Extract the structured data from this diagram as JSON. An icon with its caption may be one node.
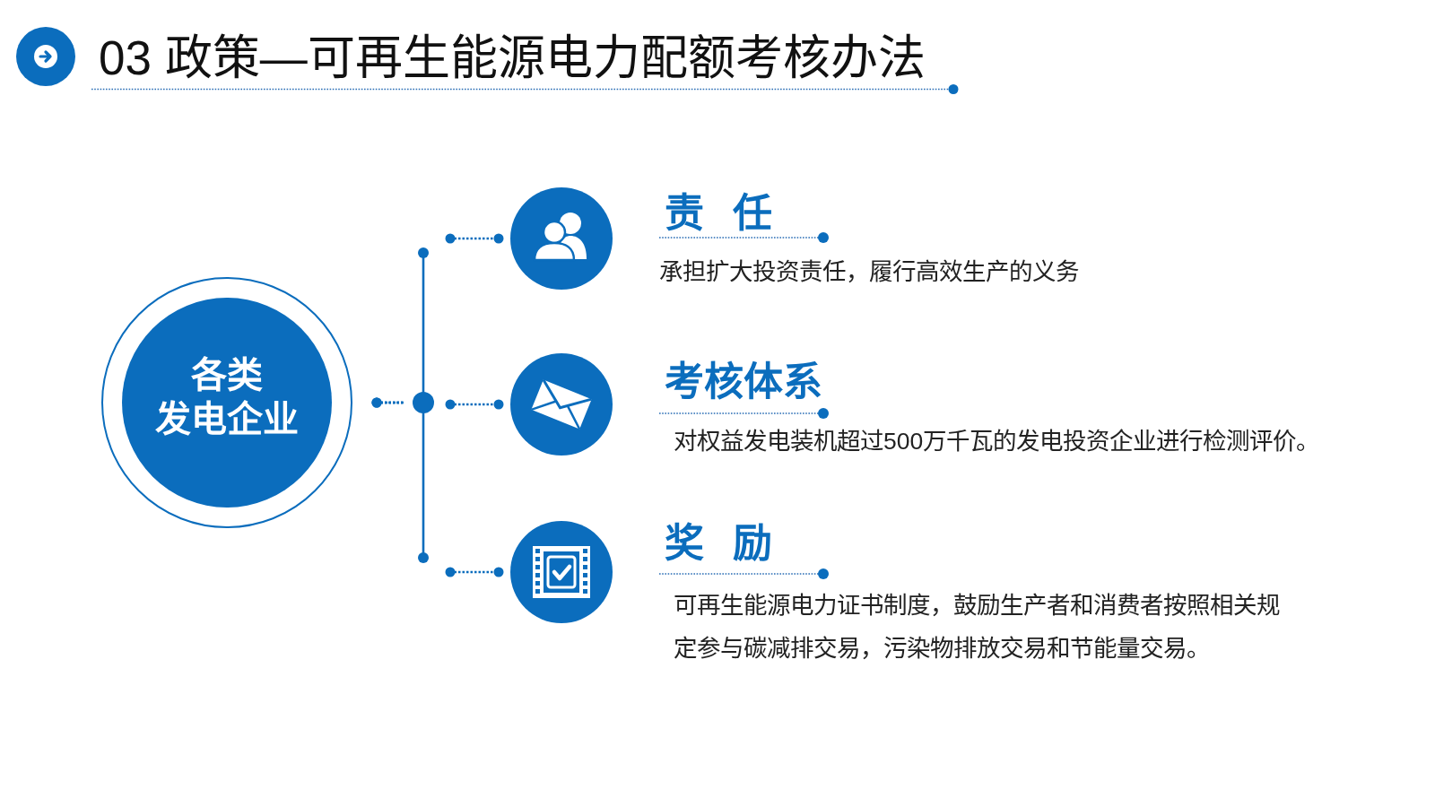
{
  "diagram": {
    "title": "03 政策—可再生能源电力配额考核办法",
    "nodes": [
      {
        "text": [
          "各类发电企业"
        ]
      },
      {
        "text": [],
        "shape": "circle",
        "beside": [
          "责 任",
          "承担扩大投资责任，履行高效生产的义务"
        ]
      },
      {
        "text": [],
        "shape": "circle",
        "beside": [
          "考核体系",
          "对权益发电装机超过500万千瓦的发电投资企业进行检测评价。"
        ]
      },
      {
        "text": [],
        "shape": "circle",
        "beside": [
          "奖 励",
          "可再生能源电力证书制度，鼓励生产者和消费者按照相关规定参与碳减排交易，污染物排放交易和节能量交易。"
        ]
      }
    ],
    "edges": [
      {
        "from": 0,
        "to": 1,
        "arrow": "other"
      },
      {
        "from": 0,
        "to": 2,
        "arrow": "other"
      },
      {
        "from": 0,
        "to": 3,
        "arrow": "other"
      }
    ]
  }
}
